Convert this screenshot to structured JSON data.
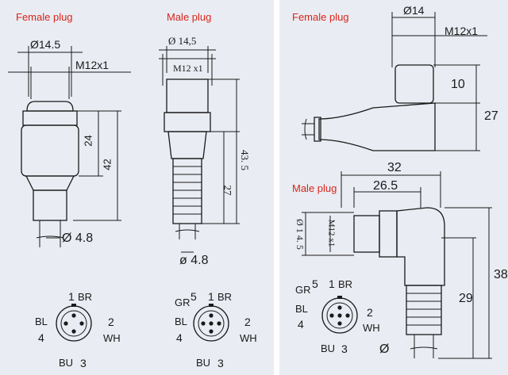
{
  "titles": {
    "left_female": "Female plug",
    "left_male": "Male plug",
    "right_female": "Female plug",
    "right_male": "Male plug"
  },
  "straight_female": {
    "dia_top": "Ø14.5",
    "thread": "M12x1",
    "len_short": "24",
    "len_long": "42",
    "cable_dia": "Ø 4.8"
  },
  "straight_male": {
    "dia_top": "Ø 14,5",
    "thread": "M12 x1",
    "len_long": "43. 5",
    "len_short": "27",
    "cable_dia": "ø 4.8"
  },
  "angled_female": {
    "dia_top": "Ø14",
    "thread": "M12x1",
    "height_nut": "10",
    "height_total": "27"
  },
  "angled_male": {
    "width_total": "32",
    "width_part": "26.5",
    "thread": "M12 x1",
    "dia": "Ø 1 4. 5",
    "height_total": "38",
    "height_part": "29",
    "cable_mark": "Ø"
  },
  "pinouts": {
    "female": {
      "p1": "1",
      "br": "BR",
      "p2": "2",
      "wh": "WH",
      "bl": "BL",
      "p4": "4",
      "bu": "BU",
      "p3": "3"
    },
    "male_straight": {
      "gr": "GR",
      "p5": "5",
      "p1": "1",
      "br": "BR",
      "p2": "2",
      "wh": "WH",
      "bl": "BL",
      "p4": "4",
      "bu": "BU",
      "p3": "3"
    },
    "male_angled": {
      "gr": "GR",
      "p5": "5",
      "p1": "1",
      "br": "BR",
      "p2": "2",
      "wh": "WH",
      "bl": "BL",
      "p4": "4",
      "bu": "BU",
      "p3": "3"
    }
  }
}
